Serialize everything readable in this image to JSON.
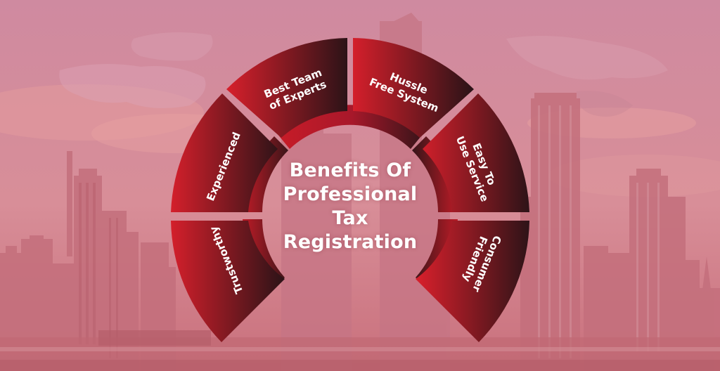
{
  "title": {
    "lines": [
      "Benefits Of",
      "Professional",
      "Tax",
      "Registration"
    ]
  },
  "segments": [
    {
      "id": "trustworthy",
      "lines": [
        "Trustworthy"
      ]
    },
    {
      "id": "experienced",
      "lines": [
        "Experienced"
      ]
    },
    {
      "id": "best-team",
      "lines": [
        "Best Team",
        "of Experts"
      ]
    },
    {
      "id": "hussle-free",
      "lines": [
        "Hussle",
        "Free System"
      ]
    },
    {
      "id": "easy-to-use",
      "lines": [
        "Easy To",
        "Use Service"
      ]
    },
    {
      "id": "consumer-friendly",
      "lines": [
        "Consumer",
        "Friendly"
      ]
    }
  ],
  "colors": {
    "background": "#d08a9c",
    "segment_light": "#d41f2b",
    "segment_dark": "#2e1418",
    "text": "#ffffff"
  }
}
